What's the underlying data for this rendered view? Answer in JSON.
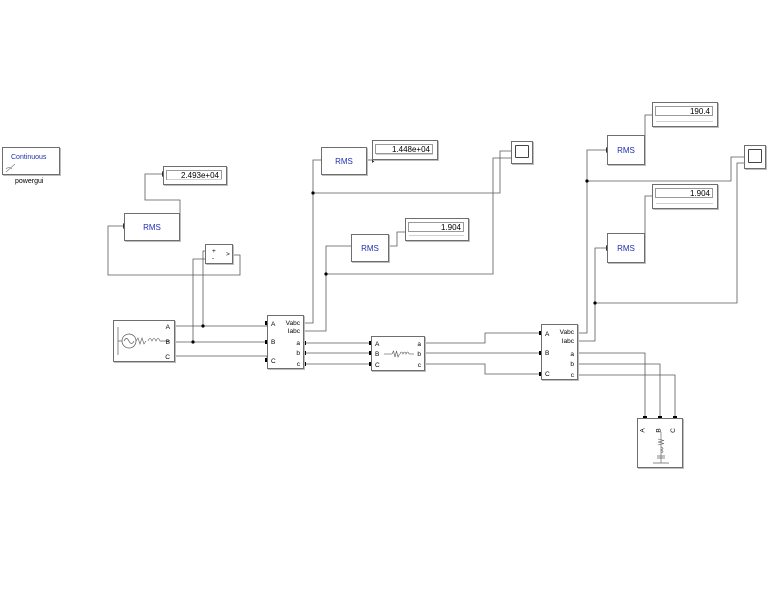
{
  "powergui": {
    "mode_label": "Continuous",
    "name_label": "powergui"
  },
  "rms_label": "RMS",
  "displays": {
    "d_source_v": "2.493e+04",
    "d_meas1_v": "1.448e+04",
    "d_meas1_i": "1.904",
    "d_meas2_v": "190.4",
    "d_meas2_i": "1.904"
  },
  "sum_signs": {
    "plus": "+",
    "minus": "-"
  },
  "measurement_ports": {
    "in_a": "A",
    "in_b": "B",
    "in_c": "C",
    "vabc": "Vabc",
    "iabc": "Iabc",
    "out_a": "a",
    "out_b": "b",
    "out_c": "c"
  },
  "source_ports": {
    "a": "A",
    "b": "B",
    "c": "C"
  },
  "line_ports": {
    "in_a": "A",
    "in_b": "B",
    "in_c": "C",
    "out_a": "a",
    "out_b": "b",
    "out_c": "c"
  },
  "load_ports": {
    "a": "A",
    "b": "B",
    "c": "C"
  },
  "colors": {
    "wire": "#5a5a5a",
    "block_border": "#6e6e6e",
    "rms_text": "#1f2fb0"
  }
}
